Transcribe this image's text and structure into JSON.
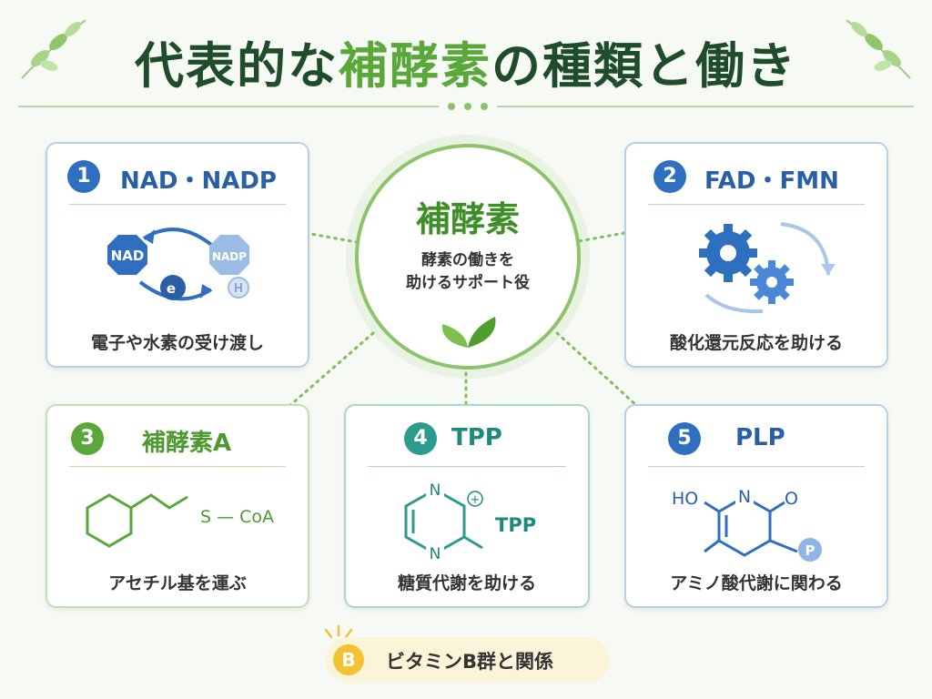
{
  "title": {
    "prefix": "代表的な",
    "highlight": "補酵素",
    "suffix": "の種類と働き"
  },
  "center": {
    "title": "補酵素",
    "sub_line1": "酵素の働きを",
    "sub_line2": "助けるサポート役"
  },
  "cards": [
    {
      "num": "1",
      "title": "NAD・NADP",
      "desc": "電子や水素の受け渡し",
      "diagram": {
        "left_node": "NAD",
        "right_node": "NADP",
        "electron": "e",
        "hydrogen": "H"
      }
    },
    {
      "num": "2",
      "title": "FAD・FMN",
      "desc": "酸化還元反応を助ける"
    },
    {
      "num": "3",
      "title": "補酵素A",
      "desc": "アセチル基を運ぶ",
      "diagram": {
        "group": "S — CoA"
      }
    },
    {
      "num": "4",
      "title": "TPP",
      "desc": "糖質代謝を助ける",
      "diagram": {
        "n_top": "N",
        "n_bottom": "N",
        "plus": "+",
        "label": "TPP"
      }
    },
    {
      "num": "5",
      "title": "PLP",
      "desc": "アミノ酸代謝に関わる",
      "diagram": {
        "ho": "HO",
        "n": "N",
        "o": "O",
        "p": "P"
      }
    }
  ],
  "vitamin": {
    "badge": "B",
    "text": "ビタミンB群と関係"
  },
  "colors": {
    "blue": "#2f6fbf",
    "green": "#5aa83a",
    "teal": "#2c9a8c",
    "title_dark": "#1f4d2b",
    "yellow": "#f2c230"
  }
}
